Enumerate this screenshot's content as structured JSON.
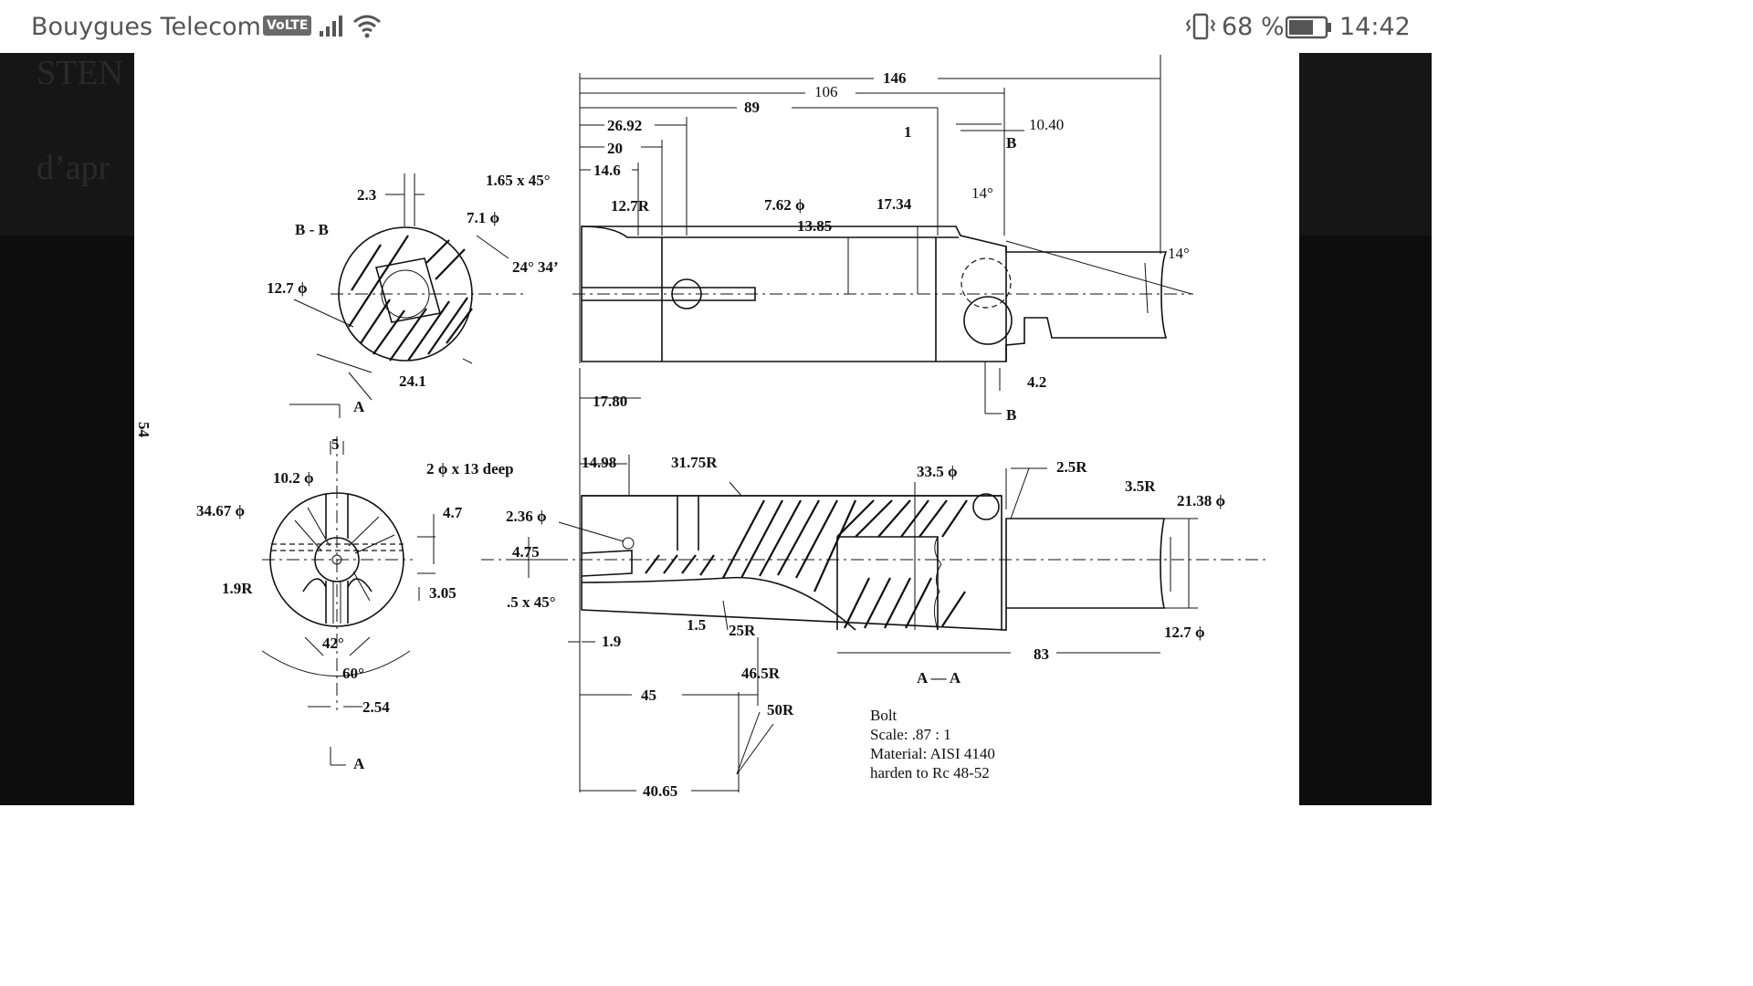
{
  "status_bar": {
    "carrier": "Bouygues Telecom",
    "volte": "VoLTE",
    "battery_percent": "68 %",
    "time": "14:42",
    "battery_level": 0.68,
    "icons": [
      "signal-icon",
      "wifi-icon",
      "vibrate-icon",
      "battery-icon"
    ]
  },
  "background": {
    "text_line_1": "STEN",
    "text_line_2": "d’apr"
  },
  "drawing": {
    "page_number": "54",
    "section_bb": "B - B",
    "section_a_mark": "A",
    "section_aa": "A — A",
    "section_b_mark": "B",
    "dims": {
      "d146": "146",
      "d106": "106",
      "d89": "89",
      "d2692": "26.92",
      "d20": "20",
      "d146b": "14.6",
      "d1": "1",
      "d1040": "10.40",
      "chamfer165": "1.65 x 45°",
      "r127": "12.7R",
      "dia762": "7.62 ϕ",
      "d1385": "13.85",
      "d1734": "17.34",
      "a14a": "14°",
      "a14b": "14°",
      "d42": "4.2",
      "d23": "2.3",
      "dia71": "7.1 ϕ",
      "a2434": "24° 34’",
      "dia127a": "12.7 ϕ",
      "d241": "24.1",
      "d5": "5",
      "dia102": "10.2 ϕ",
      "hole": "2 ϕ x 13 deep",
      "dia3467": "34.67 ϕ",
      "d47": "4.7",
      "r19": "1.9R",
      "d305": "3.05",
      "a42": "42°",
      "a60": "60°",
      "d254": "2.54",
      "d1780": "17.80",
      "d1498": "14.98",
      "r3175": "31.75R",
      "dia335": "33.5 ϕ",
      "r25": "2.5R",
      "r35": "3.5R",
      "dia2138": "21.38 ϕ",
      "dia236": "2.36 ϕ",
      "d475": "4.75",
      "chamfer5": ".5 x 45°",
      "d15": "1.5",
      "r25b": "25R",
      "d19": "1.9",
      "r465": "46.5R",
      "d83": "83",
      "dia127b": "12.7 ϕ",
      "d45": "45",
      "r50": "50R",
      "d4065": "40.65"
    },
    "notes": {
      "part": "Bolt",
      "scale": "Scale: .87 : 1",
      "material": "Material: AISI 4140",
      "hardness": "harden to Rc 48-52"
    }
  }
}
